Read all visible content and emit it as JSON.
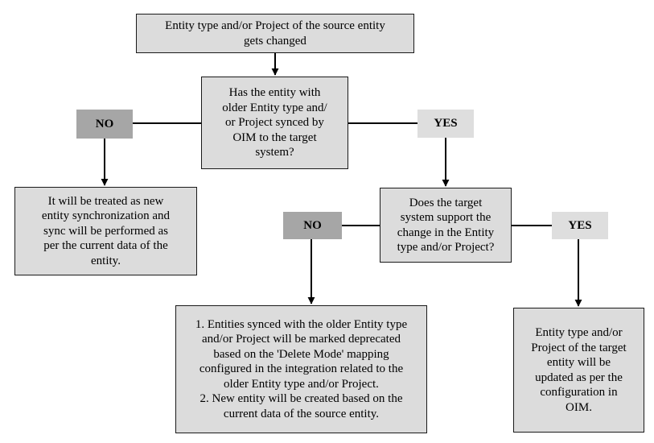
{
  "nodes": {
    "start": "Entity type and/or Project of the source entity\ngets changed",
    "q_synced": "Has the entity with\nolder Entity type and/\nor Project synced  by\nOIM to the target\nsystem?",
    "treated_new": "It will be treated as new\nentity synchronization and\nsync will be performed as\nper the current data of the\nentity.",
    "q_support": "Does the target\nsystem support the\nchange in the Entity\ntype and/or Project?",
    "deprecated": "1. Entities synced with the older Entity type\nand/or Project will be marked deprecated\nbased on the 'Delete Mode' mapping\nconfigured in the integration related to the\nolder Entity type and/or Project.\n2. New entity will be created based on the\ncurrent data of the source entity.",
    "updated": "Entity type and/or\nProject of the target\nentity will be\nupdated as per the\nconfiguration in\nOIM."
  },
  "labels": {
    "no_1": "NO",
    "yes_1": "YES",
    "no_2": "NO",
    "yes_2": "YES"
  },
  "colors": {
    "box_fill": "#dcdcdc",
    "no_tag": "#a6a6a6",
    "yes_tag": "#dedede",
    "line": "#000000"
  }
}
